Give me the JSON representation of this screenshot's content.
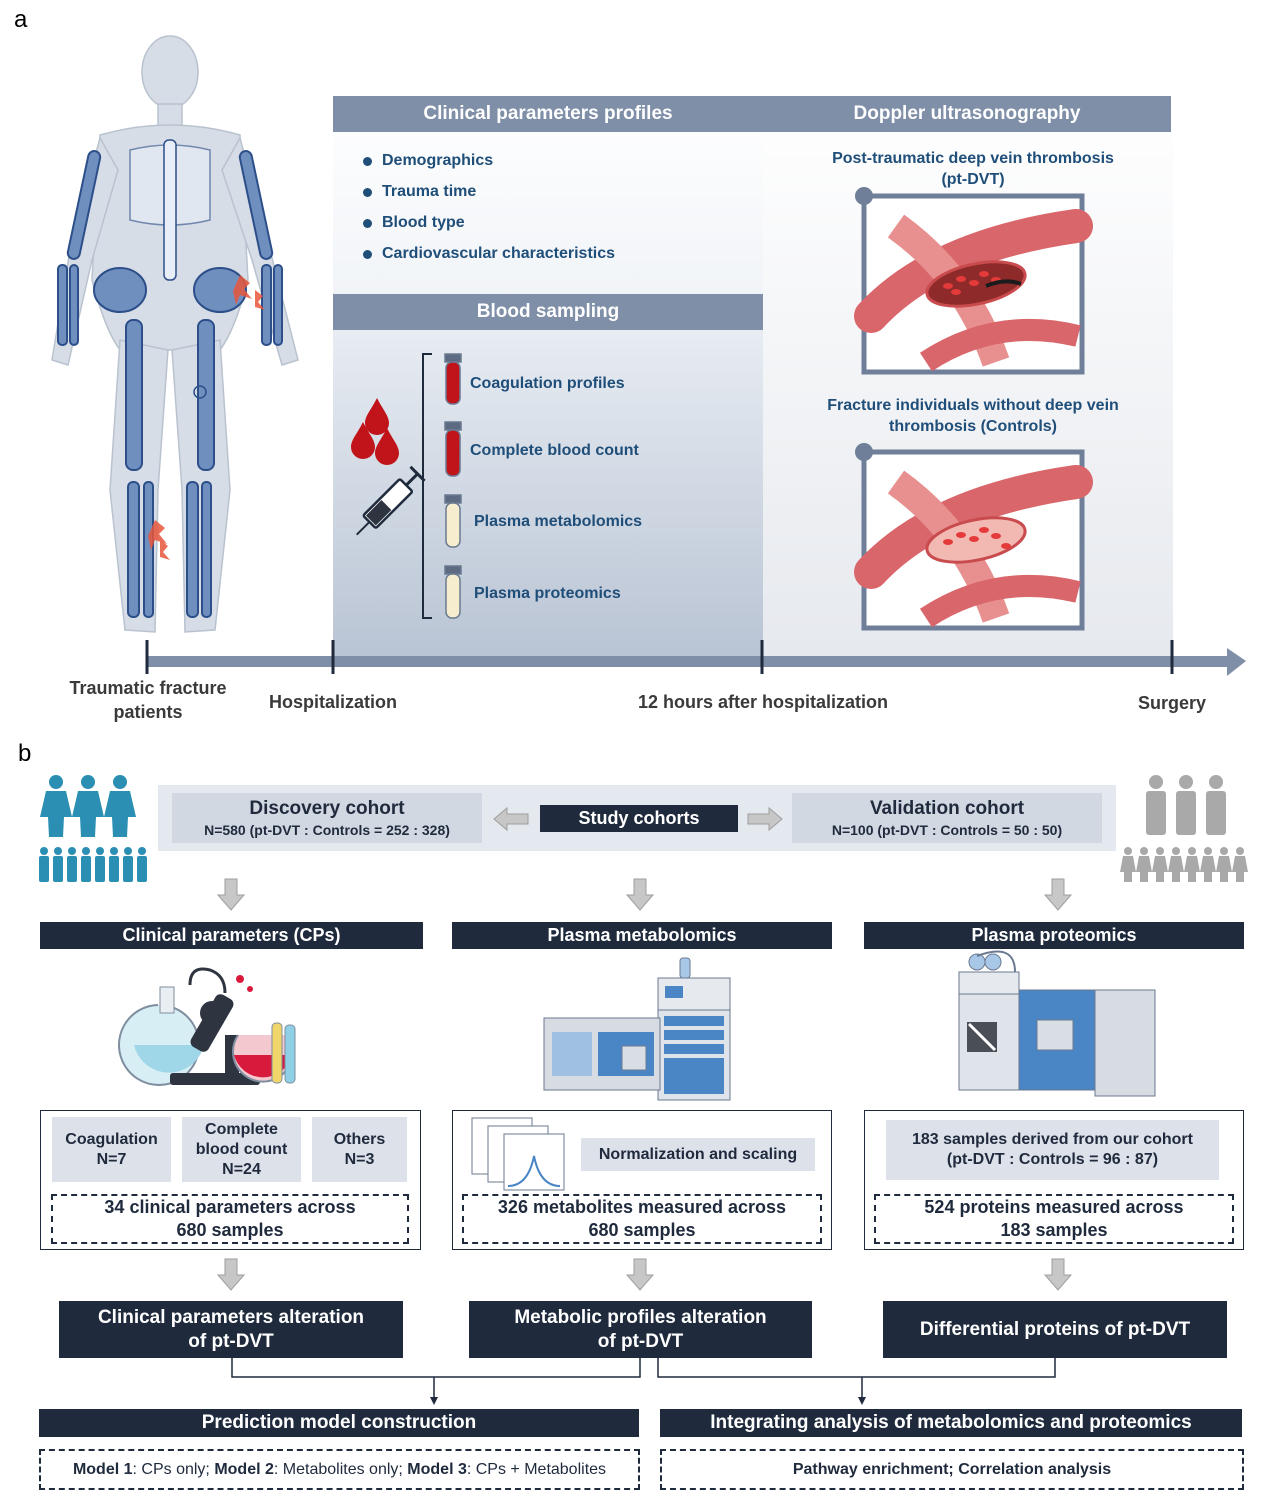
{
  "panel_a": {
    "label": "a",
    "clinical_header": "Clinical parameters profiles",
    "clinical_items": [
      "Demographics",
      "Trauma time",
      "Blood type",
      "Cardiovascular characteristics"
    ],
    "blood_header": "Blood sampling",
    "blood_items": [
      "Coagulation profiles",
      "Complete blood count",
      "Plasma metabolomics",
      "Plasma proteomics"
    ],
    "doppler_header": "Doppler ultrasonography",
    "dvt_title_1": "Post-traumatic deep vein thrombosis",
    "dvt_title_2": "(pt-DVT)",
    "ctrl_title_1": "Fracture individuals without deep vein",
    "ctrl_title_2": "thrombosis (Controls)",
    "timeline": {
      "patients_1": "Traumatic fracture",
      "patients_2": "patients",
      "hospitalization": "Hospitalization",
      "after": "12 hours after hospitalization",
      "surgery": "Surgery"
    }
  },
  "panel_b": {
    "label": "b",
    "discovery_title": "Discovery cohort",
    "discovery_detail": "N=580 (pt-DVT : Controls = 252 : 328)",
    "study_cohorts": "Study cohorts",
    "validation_title": "Validation cohort",
    "validation_detail": "N=100 (pt-DVT : Controls = 50 : 50)",
    "col1": {
      "header": "Clinical parameters (CPs)",
      "coag": "Coagulation",
      "coag_n": "N=7",
      "cbc_1": "Complete",
      "cbc_2": "blood count",
      "cbc_n": "N=24",
      "others": "Others",
      "others_n": "N=3",
      "summary_1": "34 clinical parameters across",
      "summary_2": "680 samples",
      "result_1": "Clinical parameters alteration",
      "result_2": "of pt-DVT"
    },
    "col2": {
      "header": "Plasma metabolomics",
      "norm": "Normalization and scaling",
      "summary_1": "326 metabolites measured across",
      "summary_2": "680 samples",
      "result_1": "Metabolic profiles alteration",
      "result_2": "of pt-DVT"
    },
    "col3": {
      "header": "Plasma proteomics",
      "samples_1": "183 samples derived from our cohort",
      "samples_2": "(pt-DVT : Controls = 96 : 87)",
      "summary_1": "524 proteins measured across",
      "summary_2": "183 samples",
      "result": "Differential proteins of pt-DVT"
    },
    "prediction": {
      "header": "Prediction model construction",
      "m1": "Model 1",
      "m1_text": ": CPs only; ",
      "m2": "Model 2",
      "m2_text": ": Metabolites only; ",
      "m3": "Model 3",
      "m3_text": ": CPs + Metabolites"
    },
    "integration": {
      "header": "Integrating analysis of metabolomics and proteomics",
      "detail": "Pathway enrichment; Correlation analysis"
    }
  },
  "colors": {
    "header_grey": "#7f8fa8",
    "dark_navy": "#1f2b3d",
    "text_blue": "#1f4e79",
    "people_teal": "#2b8fb3",
    "people_grey": "#a9a9a9",
    "vein_red": "#d9666a",
    "blood_red": "#c0141a"
  },
  "icons": [
    "human-body-illustration",
    "blood-drops-icon",
    "syringe-icon",
    "test-tube-icon",
    "vein-thrombus-icon",
    "people-group-icon",
    "down-arrow-icon",
    "lab-equipment-icon",
    "mass-spectrometer-icon",
    "spectra-icon"
  ]
}
